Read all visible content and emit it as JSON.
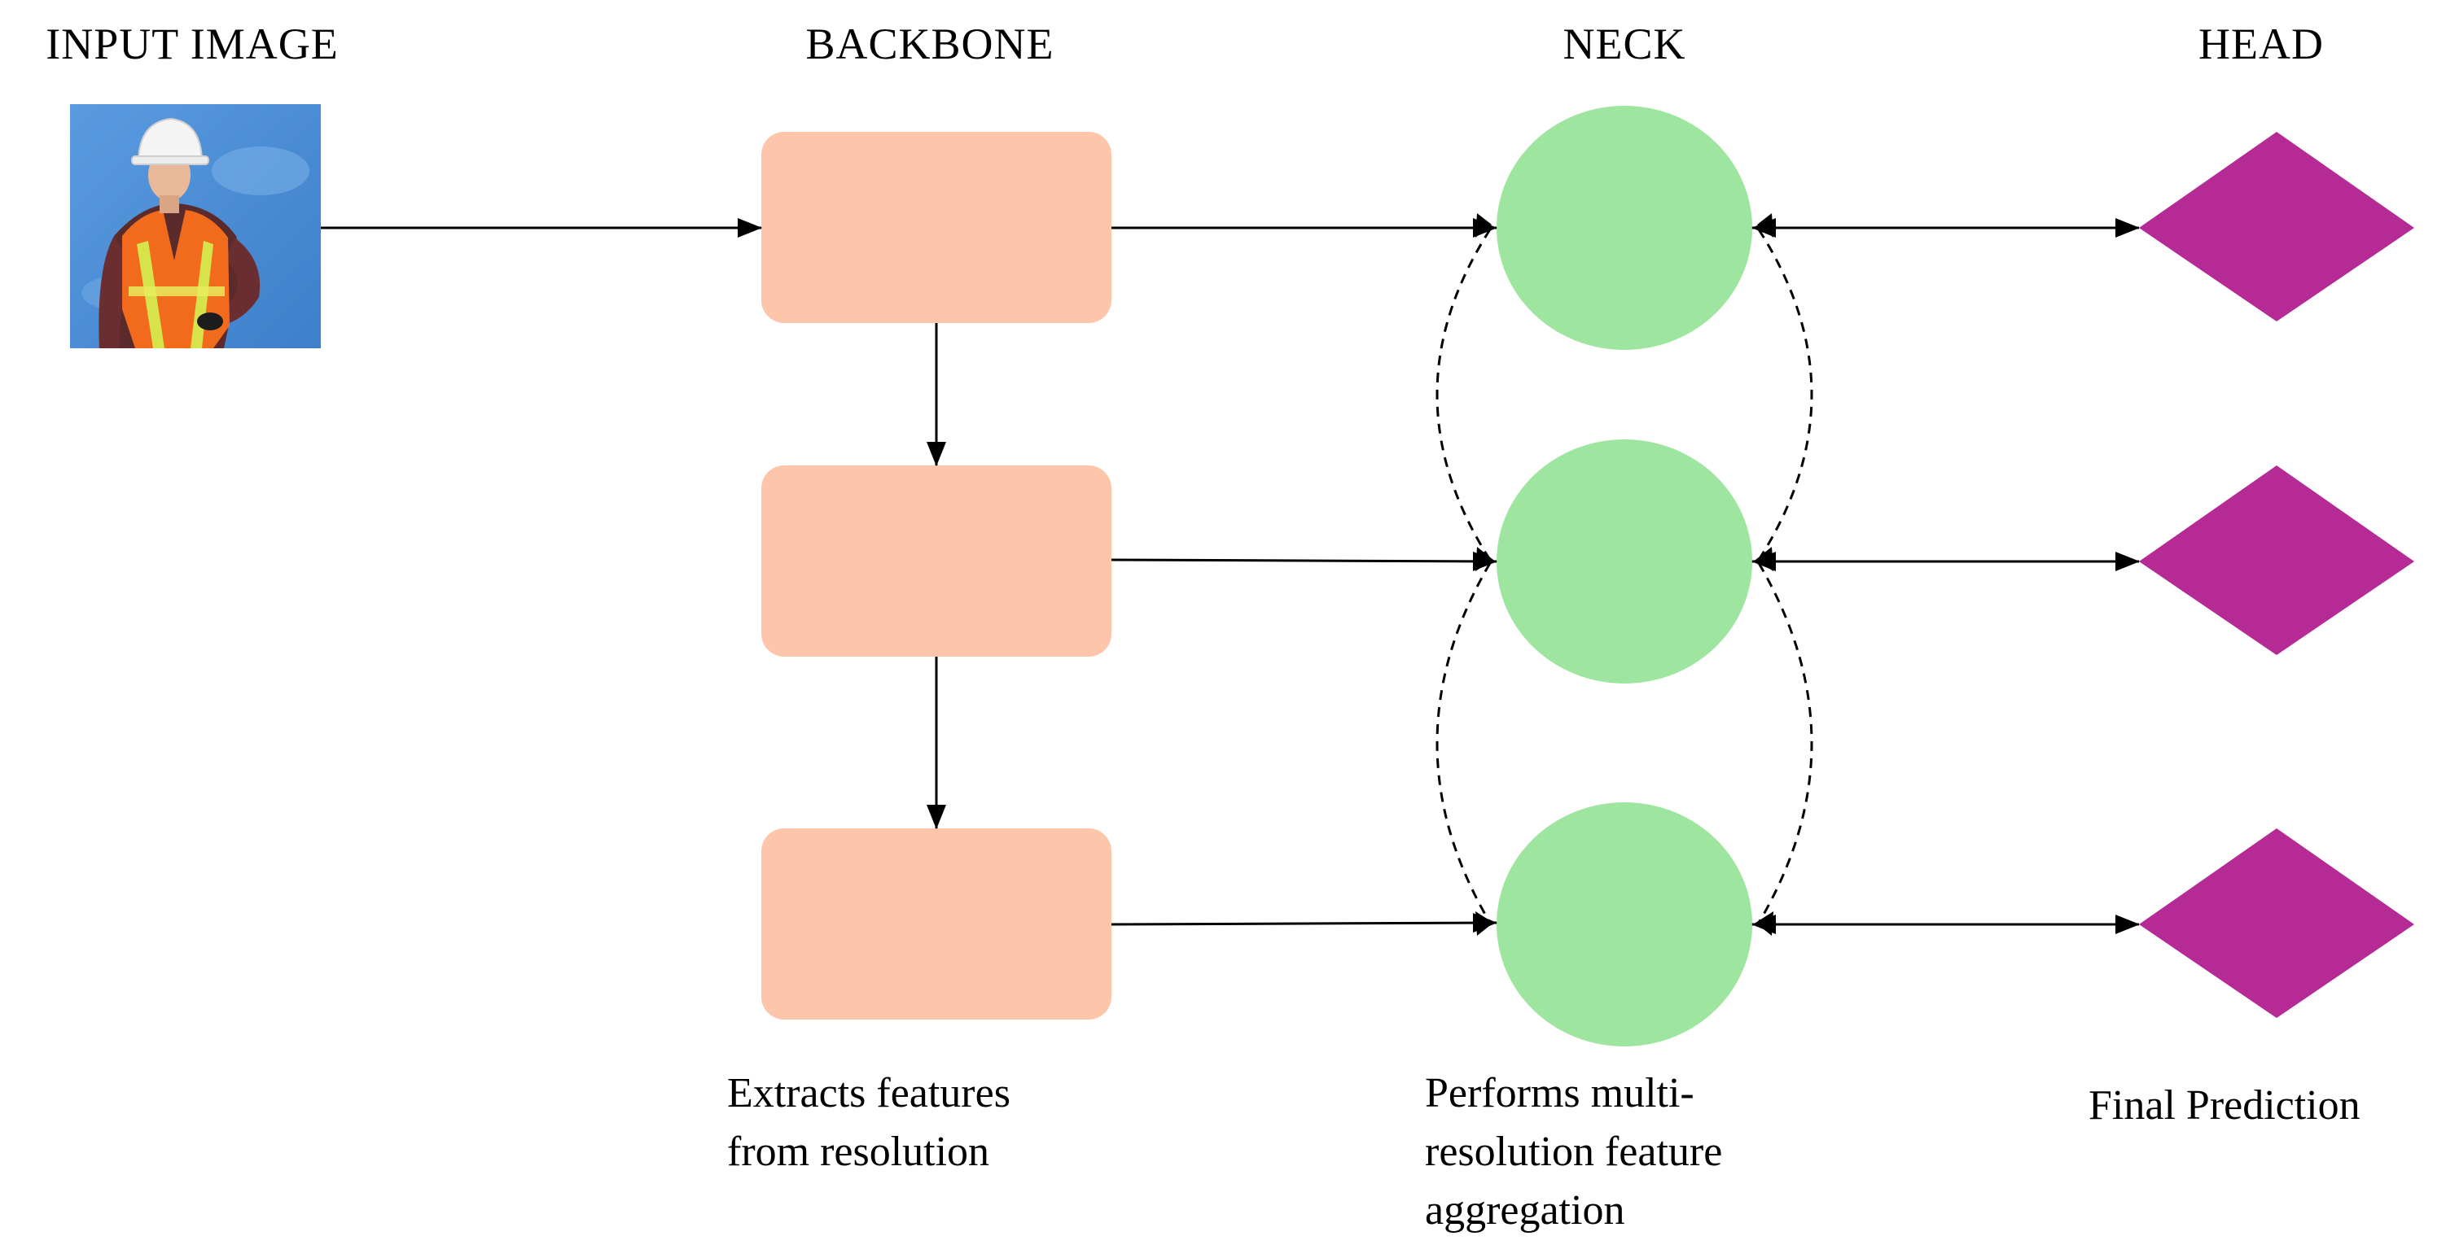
{
  "headers": {
    "input": "INPUT IMAGE",
    "backbone": "BACKBONE",
    "neck": "NECK",
    "head": "HEAD"
  },
  "descriptions": {
    "backbone": [
      "Extracts features",
      "from resolution"
    ],
    "neck": [
      "Performs multi-",
      "resolution feature",
      "aggregation"
    ],
    "head": [
      "Final Prediction"
    ]
  },
  "input_image": {
    "icon": "construction-worker-photo",
    "subject": "worker in white hard hat and orange safety vest"
  },
  "colors": {
    "backbone_block": "#FDC6AA",
    "neck_node": "#9EE6A0",
    "head_node": "#B62A96",
    "sky": "#4E8FD6",
    "vest": "#F26B1D",
    "stroke": "#000000"
  }
}
